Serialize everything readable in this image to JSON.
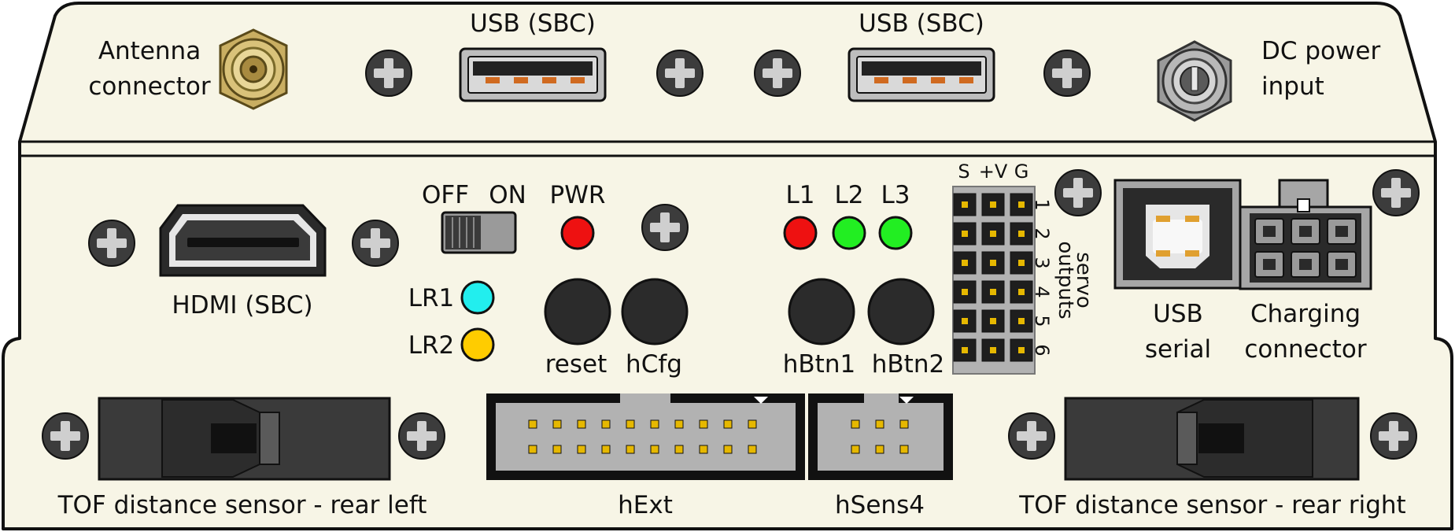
{
  "labels": {
    "antenna_line1": "Antenna",
    "antenna_line2": "connector",
    "usb_sbc_1": "USB (SBC)",
    "usb_sbc_2": "USB (SBC)",
    "dc_line1": "DC power",
    "dc_line2": "input",
    "hdmi": "HDMI (SBC)",
    "switch_off": "OFF",
    "switch_on": "ON",
    "pwr": "PWR",
    "lr1": "LR1",
    "lr2": "LR2",
    "reset": "reset",
    "hcfg": "hCfg",
    "l1": "L1",
    "l2": "L2",
    "l3": "L3",
    "hbtn1": "hBtn1",
    "hbtn2": "hBtn2",
    "servo_cols": [
      "S",
      "+V",
      "G"
    ],
    "servo_rows": [
      "1",
      "2",
      "3",
      "4",
      "5",
      "6"
    ],
    "servo_line1": "servo",
    "servo_line2": "outputs",
    "usb_serial_line1": "USB",
    "usb_serial_line2": "serial",
    "charging_line1": "Charging",
    "charging_line2": "connector",
    "tof_left": "TOF distance sensor - rear left",
    "hext": "hExt",
    "hsens4": "hSens4",
    "tof_right": "TOF distance sensor - rear right"
  },
  "colors": {
    "panel": "#f7f5e6",
    "outline": "#111111",
    "screw": "#3c3c3c",
    "led_red": "#ee1111",
    "led_green": "#22ee22",
    "led_cyan": "#22eeee",
    "led_yellow": "#ffcc00",
    "button": "#2b2b2b",
    "header_gray": "#b2b2b2",
    "pin_gold": "#e6b800",
    "brass": "#d9c27a"
  }
}
